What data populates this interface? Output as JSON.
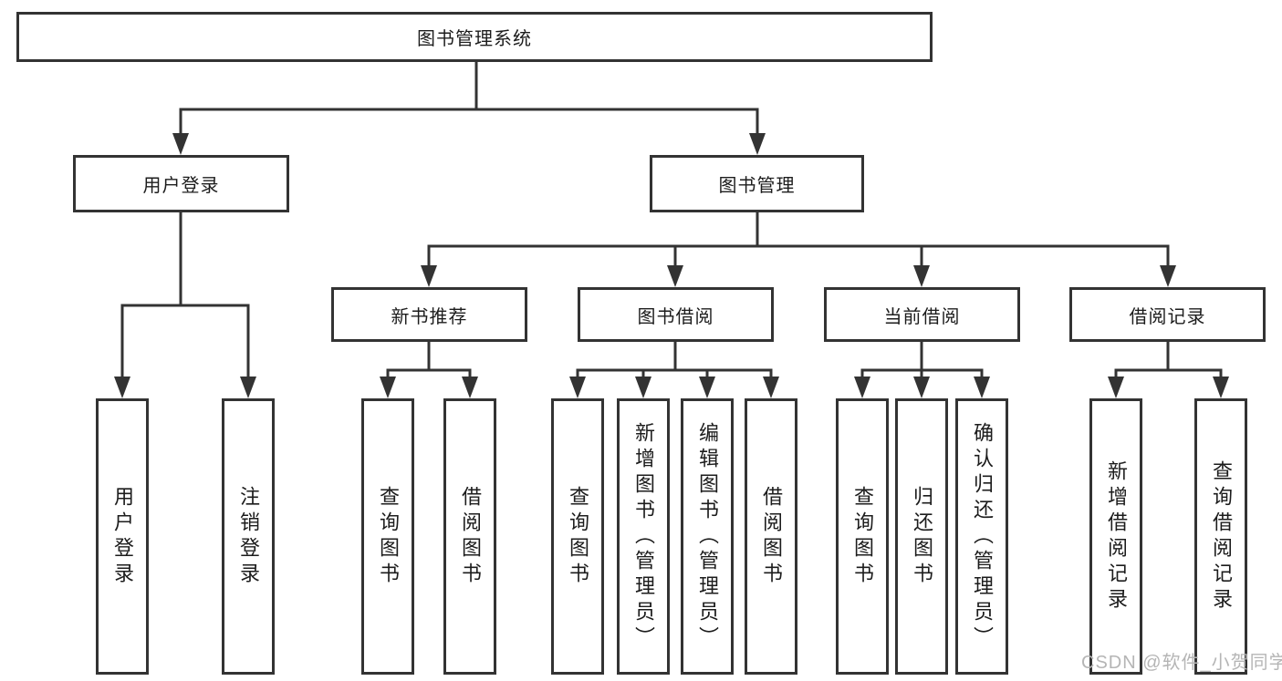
{
  "tree": {
    "root": "图书管理系统",
    "children": [
      {
        "label": "用户登录",
        "children": [
          "用户登录",
          "注销登录"
        ]
      },
      {
        "label": "图书管理",
        "children": [
          {
            "label": "新书推荐",
            "children": [
              "查询图书",
              "借阅图书"
            ]
          },
          {
            "label": "图书借阅",
            "children": [
              "查询图书",
              "新增图书（管理员）",
              "编辑图书（管理员）",
              "借阅图书"
            ]
          },
          {
            "label": "当前借阅",
            "children": [
              "查询图书",
              "归还图书",
              "确认归还（管理员）"
            ]
          },
          {
            "label": "借阅记录",
            "children": [
              "新增借阅记录",
              "查询借阅记录"
            ]
          }
        ]
      }
    ]
  },
  "watermark": {
    "text": "CSDN @软件_小贺同学"
  },
  "colors": {
    "line": "#333333",
    "box_border": "#333333",
    "text": "#1c1c1c",
    "background": "#ffffff",
    "watermark": "#b5b5b5"
  }
}
